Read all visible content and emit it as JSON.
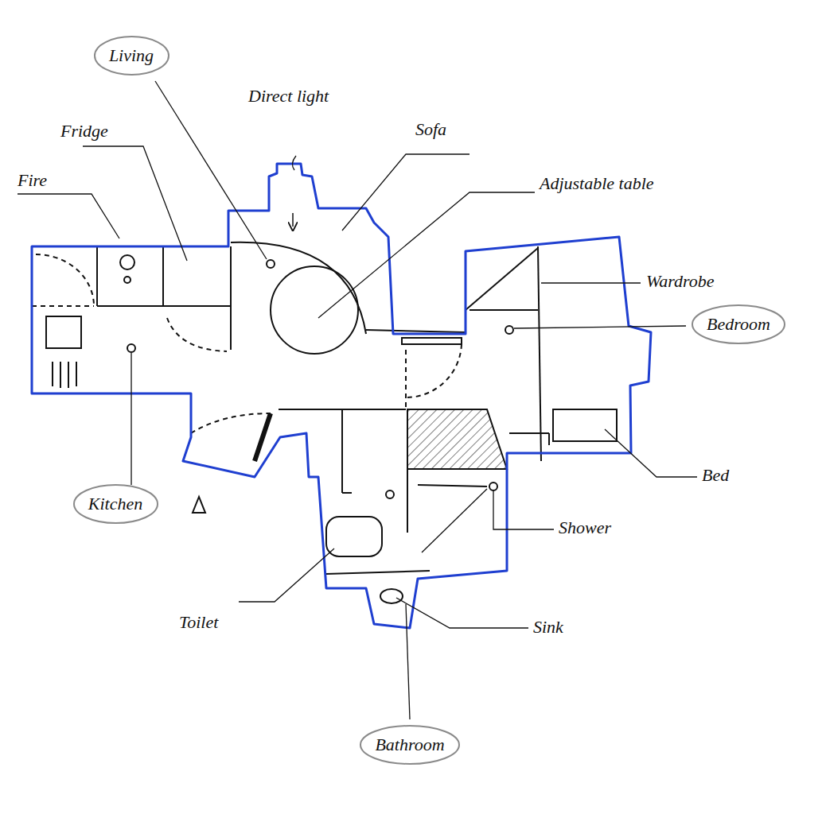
{
  "diagram": {
    "nodes": [
      {
        "text": [
          "Living"
        ]
      },
      {
        "text": [
          "Bedroom"
        ]
      },
      {
        "text": [
          "Kitchen"
        ]
      },
      {
        "text": [
          "Bathroom"
        ]
      }
    ],
    "labels": [
      "Direct light",
      "Sofa",
      "Adjustable table",
      "Fridge",
      "Fire",
      "Wardrobe",
      "Bed",
      "Shower",
      "Toilet",
      "Sink"
    ]
  }
}
